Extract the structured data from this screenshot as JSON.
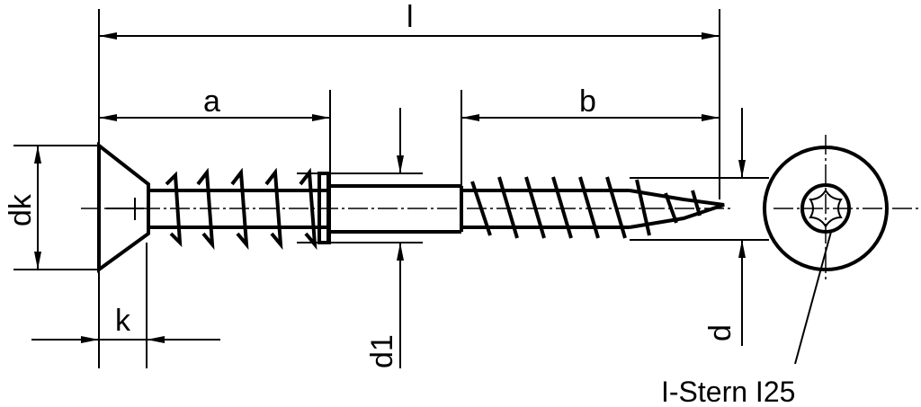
{
  "title": "Countersunk screw dimension drawing",
  "dimensions": {
    "length": "l",
    "under_head_thread": "a",
    "thread_length": "b",
    "head_diameter": "dk",
    "head_height": "k",
    "shank_diameter": "d1",
    "thread_diameter": "d"
  },
  "drive_note": "I-Stern I25",
  "colors": {
    "line": "#000000",
    "background": "#ffffff"
  }
}
